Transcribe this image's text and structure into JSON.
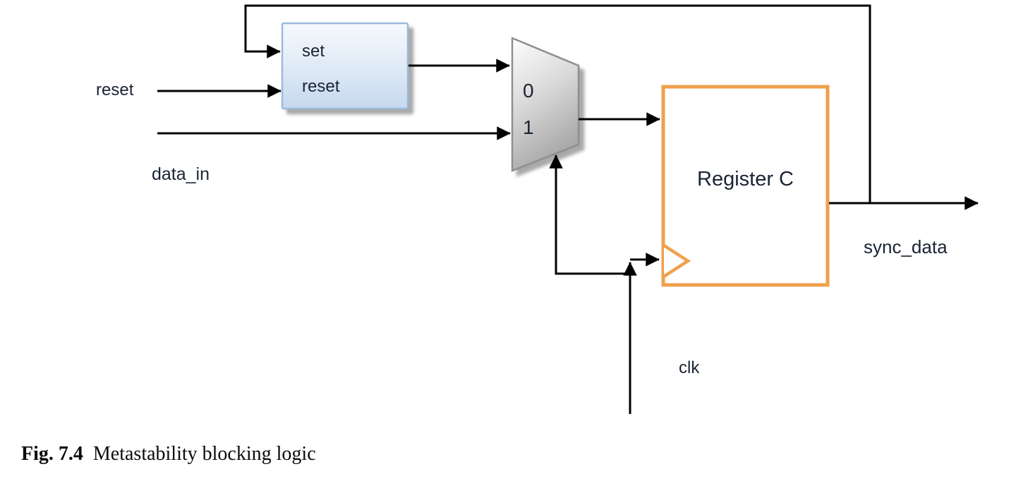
{
  "diagram": {
    "sr_latch": {
      "set_label": "set",
      "reset_label": "reset"
    },
    "mux": {
      "input0_label": "0",
      "input1_label": "1"
    },
    "register": {
      "label": "Register C"
    },
    "signals": {
      "reset": "reset",
      "data_in": "data_in",
      "clk": "clk",
      "sync_data": "sync_data"
    }
  },
  "caption": {
    "label": "Fig. 7.4",
    "text": "Metastability blocking logic"
  },
  "colors": {
    "wire": "#000000",
    "text": "#1b2433",
    "latch_border": "#9db9db",
    "latch_fill_top": "#f6f9fd",
    "latch_fill_bottom": "#c5d8ee",
    "mux_border": "#8f8f8f",
    "mux_fill_top": "#fefefe",
    "mux_fill_bottom": "#a8a8a8",
    "register_border": "#f0a04c",
    "shadow": "#9a9a9a"
  }
}
